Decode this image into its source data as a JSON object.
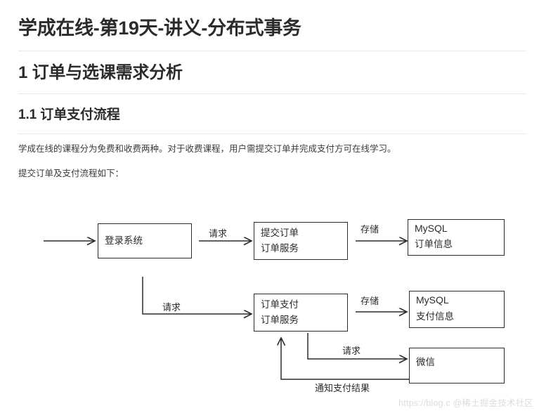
{
  "document": {
    "title": "学成在线-第19天-讲义-分布式事务",
    "section_heading": "1 订单与选课需求分析",
    "subsection_heading": "1.1 订单支付流程",
    "paragraph_1": "学成在线的课程分为免费和收费两种。对于收费课程，用户需提交订单并完成支付方可在线学习。",
    "paragraph_2": "提交订单及支付流程如下："
  },
  "diagram": {
    "nodes": [
      {
        "id": "login",
        "line1": "登录系统",
        "line2": ""
      },
      {
        "id": "submit-order",
        "line1": "提交订单",
        "line2": "订单服务"
      },
      {
        "id": "mysql-order",
        "line1": "MySQL",
        "line2": "订单信息"
      },
      {
        "id": "order-pay",
        "line1": "订单支付",
        "line2": "订单服务"
      },
      {
        "id": "mysql-pay",
        "line1": "MySQL",
        "line2": "支付信息"
      },
      {
        "id": "wechat",
        "line1": "微信",
        "line2": ""
      }
    ],
    "edges": [
      {
        "id": "login-to-submit",
        "label": "请求"
      },
      {
        "id": "submit-to-mysql",
        "label": "存储"
      },
      {
        "id": "login-to-orderpay",
        "label": "请求"
      },
      {
        "id": "orderpay-to-mysqlpay",
        "label": "存储"
      },
      {
        "id": "orderpay-to-wechat",
        "label": "请求"
      },
      {
        "id": "wechat-to-orderpay",
        "label": "通知支付结果"
      }
    ],
    "stroke_color": "#2b2b2b"
  },
  "watermark": {
    "text": "https://blog.c @稀土掘金技术社区"
  }
}
